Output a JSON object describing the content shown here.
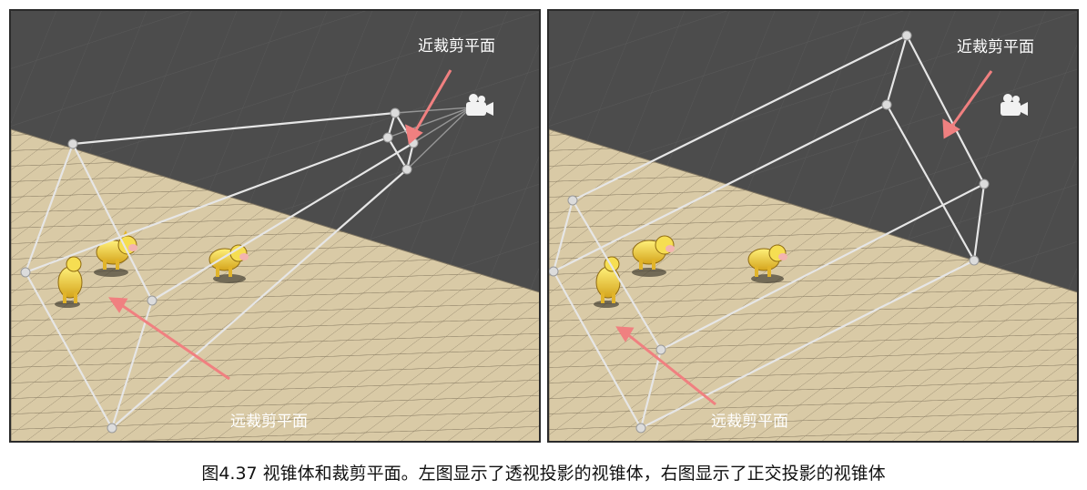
{
  "figure": {
    "caption": "图4.37 视锥体和裁剪平面。左图显示了透视投影的视锥体，右图显示了正交投影的视锥体"
  },
  "panels": {
    "left": {
      "near_label": "近裁剪平面",
      "far_label": "远裁剪平面"
    },
    "right": {
      "near_label": "近裁剪平面",
      "far_label": "远裁剪平面"
    }
  },
  "colors": {
    "background": "#4b4b4b",
    "floor": "#d8c9a4",
    "frustum": "#e8e8e8",
    "arrow": "#f08080",
    "character": "#f4d63b"
  }
}
